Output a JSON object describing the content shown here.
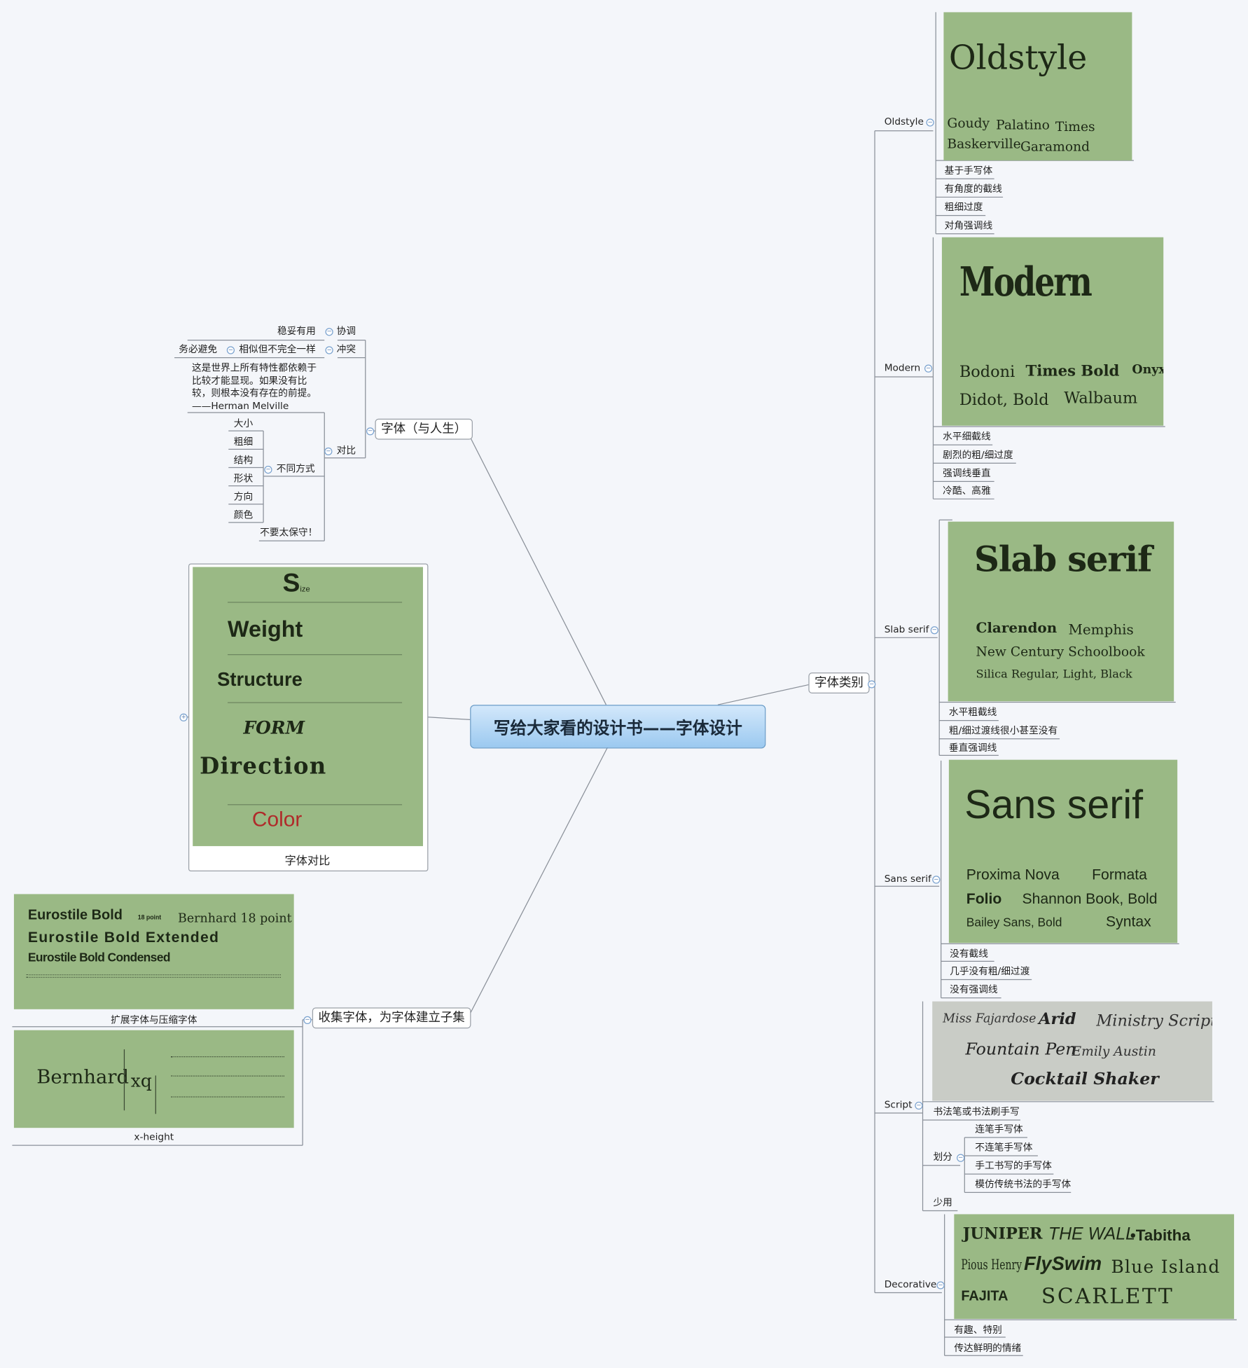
{
  "root": {
    "title": "写给大家看的设计书——字体设计"
  },
  "left_top": {
    "branch": "字体（与人生）",
    "harmony": "协调",
    "harmony_note": "稳妥有用",
    "conflict": "冲突",
    "conflict_child": "相似但不完全一样",
    "conflict_note": "务必避免",
    "quote_lines": [
      "这是世界上所有特性都依赖于",
      "比较才能显现。如果没有比",
      "较，则根本没有存在的前提。",
      "——Herman Melville"
    ],
    "contrast": "对比",
    "ways": "不同方式",
    "way_items": [
      "大小",
      "粗细",
      "结构",
      "形状",
      "方向",
      "颜色"
    ],
    "no_conservative": "不要太保守！"
  },
  "contrast_image": {
    "caption": "字体对比",
    "words": {
      "size": "S",
      "size_rest": "ize",
      "weight": "Weight",
      "structure": "Structure",
      "form": "FORM",
      "direction": "Direction",
      "color": "Color"
    }
  },
  "left_bottom": {
    "branch": "收集字体，为字体建立子集",
    "img1_caption": "扩展字体与压缩字体",
    "img1_lines": [
      "Eurostile Bold",
      "18 point",
      "Bernhard 18 point",
      "Eurostile Bold Extended",
      "Eurostile Bold Condensed"
    ],
    "img2_caption": "x-height",
    "img2_word": "Bernhard",
    "img2_xq": "xq"
  },
  "right": {
    "branch": "字体类别",
    "categories": [
      {
        "name": "Oldstyle",
        "title": "Oldstyle",
        "samples": [
          "Goudy",
          "Palatino",
          "Times",
          "Baskerville",
          "Garamond"
        ],
        "notes": [
          "基于手写体",
          "有角度的截线",
          "粗细过度",
          "对角强调线"
        ]
      },
      {
        "name": "Modern",
        "title": "Modern",
        "samples": [
          "Bodoni",
          "Times Bold",
          "Onyx",
          "Didot, Bold",
          "Walbaum"
        ],
        "notes": [
          "水平细截线",
          "剧烈的粗/细过度",
          "强调线垂直",
          "冷酷、高雅"
        ]
      },
      {
        "name": "Slab serif",
        "title": "Slab serif",
        "samples": [
          "Clarendon",
          "Memphis",
          "New Century Schoolbook",
          "Silica Regular, Light, Black"
        ],
        "notes": [
          "水平粗截线",
          "粗/细过渡线很小甚至没有",
          "垂直强调线"
        ]
      },
      {
        "name": "Sans serif",
        "title": "Sans serif",
        "samples": [
          "Proxima Nova",
          "Formata",
          "Folio",
          "Shannon Book, Bold",
          "Bailey Sans, Bold",
          "Syntax"
        ],
        "notes": [
          "没有截线",
          "几乎没有粗/细过渡",
          "没有强调线"
        ]
      },
      {
        "name": "Script",
        "samples": [
          "Miss Fajardose",
          "Arid",
          "Ministry Script",
          "Fountain Pen",
          "Emily Austin",
          "Cocktail Shaker"
        ],
        "notes": [
          "书法笔或书法刷手写"
        ],
        "division": "划分",
        "division_items": [
          "连笔手写体",
          "不连笔手写体",
          "手工书写的手写体",
          "模仿传统书法的手写体"
        ],
        "rare": "少用"
      },
      {
        "name": "Decorative",
        "samples": [
          "JUNIPER",
          "THE WALL",
          "•Tabitha",
          "Pious Henry",
          "FlySwim",
          "Blue Island",
          "FAJITA",
          "SCARLETT"
        ],
        "notes": [
          "有趣、特别",
          "传达鲜明的情绪"
        ]
      }
    ]
  }
}
